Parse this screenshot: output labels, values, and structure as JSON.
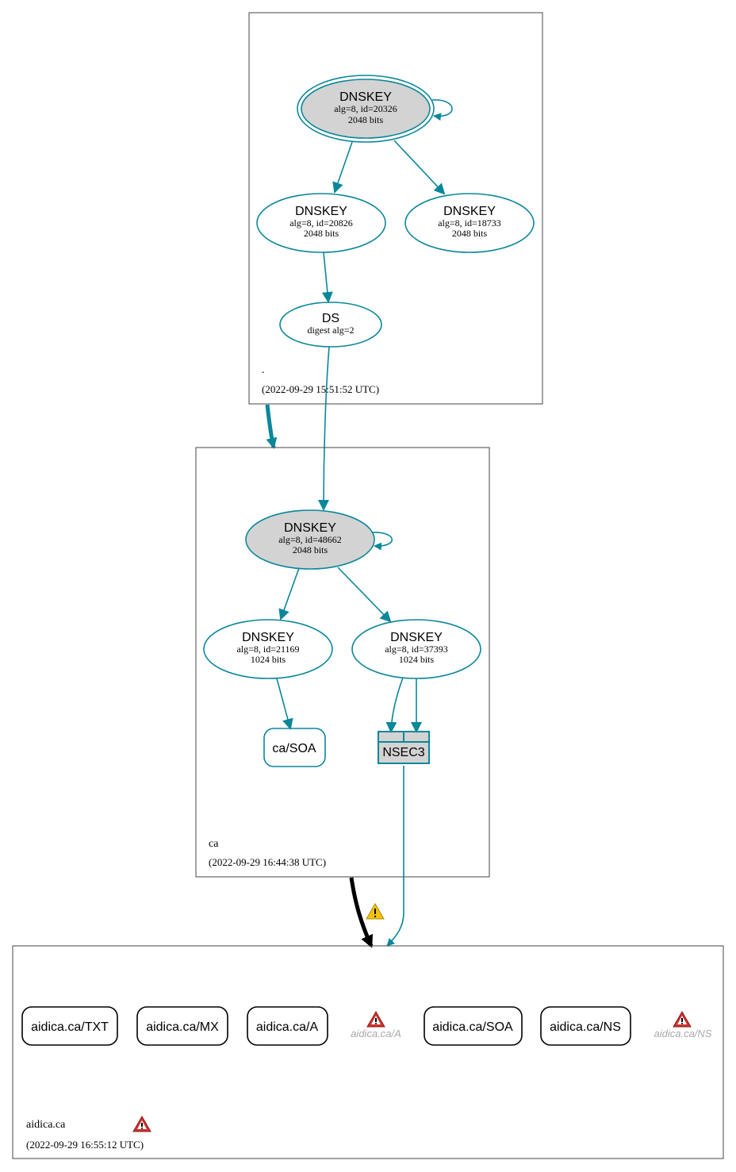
{
  "colors": {
    "edge": "#0a879a",
    "ksk_fill": "#d3d3d3",
    "zone_border": "#444444",
    "warning_red": "#d0312d",
    "warning_yellow": "#f4c20d"
  },
  "zones": {
    "root": {
      "name": ".",
      "timestamp": "(2022-09-29 15:51:52 UTC)",
      "nodes": {
        "ksk": {
          "title": "DNSKEY",
          "line1": "alg=8, id=20326",
          "line2": "2048 bits"
        },
        "zsk1": {
          "title": "DNSKEY",
          "line1": "alg=8, id=20826",
          "line2": "2048 bits"
        },
        "zsk2": {
          "title": "DNSKEY",
          "line1": "alg=8, id=18733",
          "line2": "2048 bits"
        },
        "ds": {
          "title": "DS",
          "line1": "digest alg=2"
        }
      }
    },
    "ca": {
      "name": "ca",
      "timestamp": "(2022-09-29 16:44:38 UTC)",
      "nodes": {
        "ksk": {
          "title": "DNSKEY",
          "line1": "alg=8, id=48662",
          "line2": "2048 bits"
        },
        "zsk1": {
          "title": "DNSKEY",
          "line1": "alg=8, id=21169",
          "line2": "1024 bits"
        },
        "zsk2": {
          "title": "DNSKEY",
          "line1": "alg=8, id=37393",
          "line2": "1024 bits"
        },
        "soa": {
          "label": "ca/SOA"
        },
        "nsec3": {
          "label": "NSEC3"
        }
      }
    },
    "aidica": {
      "name": "aidica.ca",
      "timestamp": "(2022-09-29 16:55:12 UTC)",
      "records": [
        "aidica.ca/TXT",
        "aidica.ca/MX",
        "aidica.ca/A",
        "aidica.ca/SOA",
        "aidica.ca/NS"
      ],
      "ghost_records": [
        "aidica.ca/A",
        "aidica.ca/NS"
      ]
    }
  },
  "icons": {
    "delegation_warning": "warning-triangle-yellow",
    "error": "warning-triangle-red"
  }
}
